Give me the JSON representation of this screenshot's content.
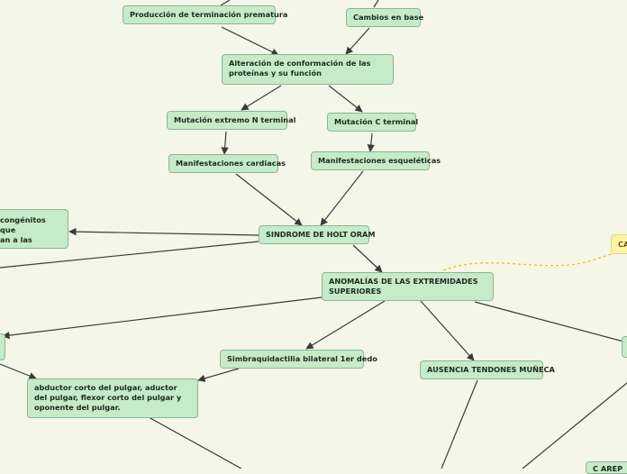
{
  "nodes": {
    "produccion": "Producción de terminación prematura",
    "cambios": "Cambios en base",
    "alteracion": "Alteración de conformación de las proteínas y su función",
    "mut_n": "Mutación extremo N terminal",
    "mut_c": "Mutación C terminal",
    "manif_card": "Manifestaciones cardiacas",
    "manif_esq": "Manifestaciones esqueléticas",
    "congenitos": "congénitos que\nan a las",
    "sindrome": "SINDROME DE HOLT ORAM",
    "anomalias": "ANOMALÍAS DE LAS EXTREMIDADES SUPERIORES",
    "simbra": "Simbraquidactilia bilateral 1er dedo",
    "ausencia": "AUSENCIA TENDONES MUÑECA",
    "abductor": "abductor corto del pulgar, aductor del pulgar, flexor corto del pulgar y oponente del pulgar.",
    "ca": "CA",
    "bottom_right": "C AREP"
  },
  "colors": {
    "node_fill": "#c5ebc8",
    "node_border": "#8fb494",
    "connector": "#3a3a3a",
    "dashed_link": "#f2c200",
    "yellow_node": "#fbf3a6",
    "background": "#f4f6e8"
  }
}
